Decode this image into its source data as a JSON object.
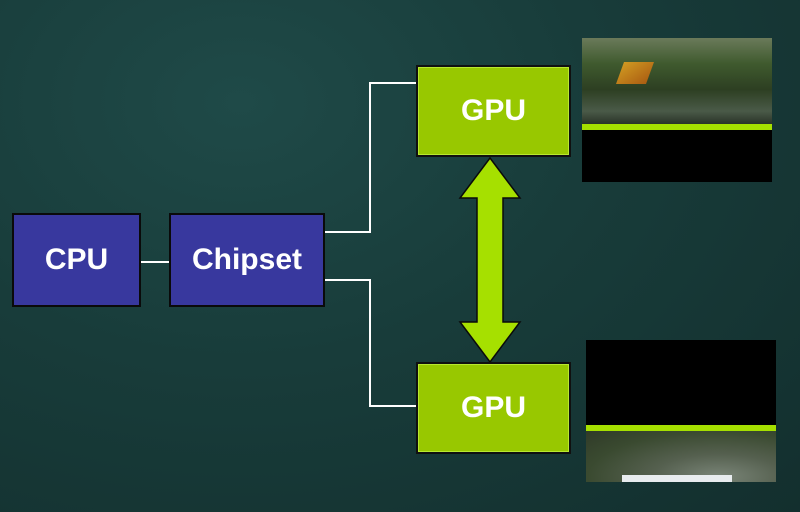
{
  "diagram": {
    "nodes": {
      "cpu": {
        "label": "CPU"
      },
      "chipset": {
        "label": "Chipset"
      },
      "gpu_top": {
        "label": "GPU"
      },
      "gpu_bottom": {
        "label": "GPU"
      }
    },
    "edges": [
      {
        "from": "cpu",
        "to": "chipset",
        "type": "line"
      },
      {
        "from": "chipset",
        "to": "gpu_top",
        "type": "line"
      },
      {
        "from": "chipset",
        "to": "gpu_bottom",
        "type": "line"
      },
      {
        "from": "gpu_top",
        "to": "gpu_bottom",
        "type": "bidirectional-arrow"
      }
    ],
    "screens": {
      "top": {
        "content": "forest scene rendered in upper half, black lower half"
      },
      "bottom": {
        "content": "black upper half, rocky scene rendered in lower half"
      }
    },
    "colors": {
      "cpu_fill": "#38389e",
      "gpu_fill": "#98c800",
      "arrow_fill": "#a6e000",
      "wire": "#ffffff",
      "background": "#183c3a"
    }
  }
}
